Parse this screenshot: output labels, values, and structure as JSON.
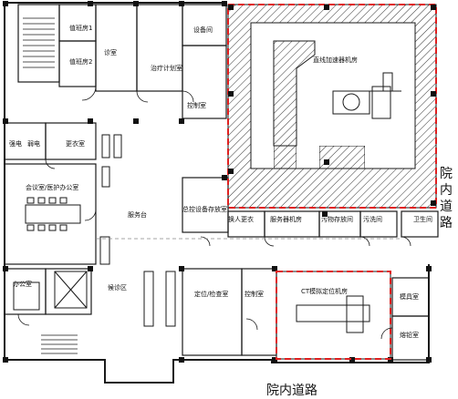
{
  "rooms": {
    "qinfang1": "值班房1",
    "qinfang2": "值班房2",
    "zhenshi": "诊室",
    "zhiliao": "治疗计划室",
    "shebei": "设备间",
    "linac": "直线加速器机房",
    "kongzhi1": "控制室",
    "qiangdian": "强电",
    "ruodian": "弱电",
    "gengyi": "更衣室",
    "huiyi": "会议室/医护办公室",
    "fuwutai": "服务台",
    "zhongkong": "总控设备存放室",
    "huanren": "换人更衣",
    "fuwuqi": "服务器机房",
    "wuwu": "污物存放间",
    "xixi": "污洗间",
    "weisheng": "卫生间",
    "bangong": "办公室",
    "jiuzhen": "候诊区",
    "dingwei": "定位/检查室",
    "kongzhi2": "控制室",
    "ct": "CT模拟定位机房",
    "moju": "模具室",
    "laping": "熔铅室"
  },
  "roads": {
    "right": "院内道路",
    "bottom": "院内道路"
  },
  "colors": {
    "wall": "#1a1a1a",
    "dash": "#e02020",
    "hatch": "#333333"
  }
}
